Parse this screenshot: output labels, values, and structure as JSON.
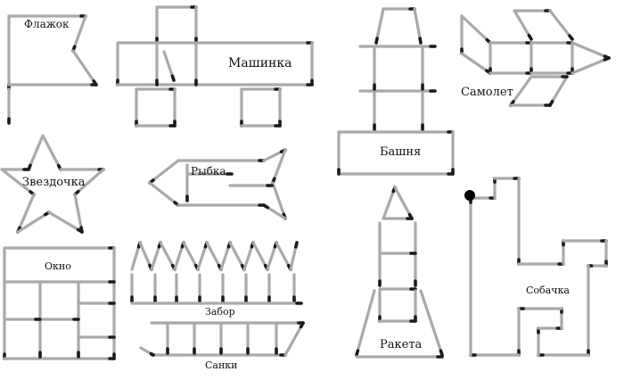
{
  "figures": {
    "flag": {
      "label": "Флажок"
    },
    "car": {
      "label": "Машинка"
    },
    "tower": {
      "label": "Башня"
    },
    "plane": {
      "label": "Самолет"
    },
    "star": {
      "label": "Звездочка"
    },
    "fish": {
      "label": "Рыбка"
    },
    "window": {
      "label": "Окно"
    },
    "fence": {
      "label": "Забор"
    },
    "sled": {
      "label": "Санки"
    },
    "rocket": {
      "label": "Ракета"
    },
    "dog": {
      "label": "Собачка"
    }
  },
  "colors": {
    "match_stick": "#a9a9a9",
    "match_head": "#1a1a1a",
    "text": "#111111",
    "background": "#ffffff"
  }
}
